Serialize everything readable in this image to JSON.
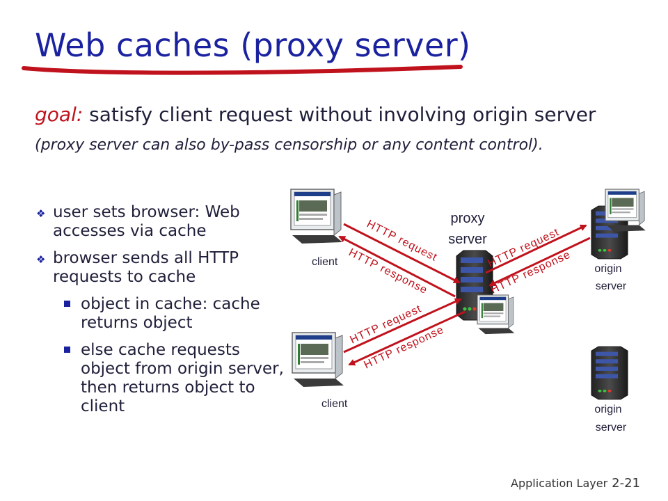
{
  "title": "Web caches (proxy server)",
  "goal": {
    "lead": "goal:",
    "text": " satisfy client request without involving origin server"
  },
  "note": "(proxy server can also by-pass censorship or any content control).",
  "bullets": [
    {
      "level": 1,
      "text": "user sets browser: Web accesses via  cache"
    },
    {
      "level": 1,
      "text": "browser sends all HTTP requests to cache"
    },
    {
      "level": 2,
      "text": "object in cache: cache returns object"
    },
    {
      "level": 2,
      "text": "else cache requests object from origin server, then returns object to client"
    }
  ],
  "diagram": {
    "proxy_label": [
      "proxy",
      "server"
    ],
    "client_label": "client",
    "origin_label": [
      "origin",
      "server"
    ],
    "http_request": "HTTP request",
    "http_response": "HTTP response"
  },
  "footer": {
    "course": "Application Layer",
    "page": "2-21"
  },
  "colors": {
    "title": "#1a22a0",
    "accent": "#c0121c",
    "arrow": "#c0121c",
    "text": "#1f1f3a"
  }
}
